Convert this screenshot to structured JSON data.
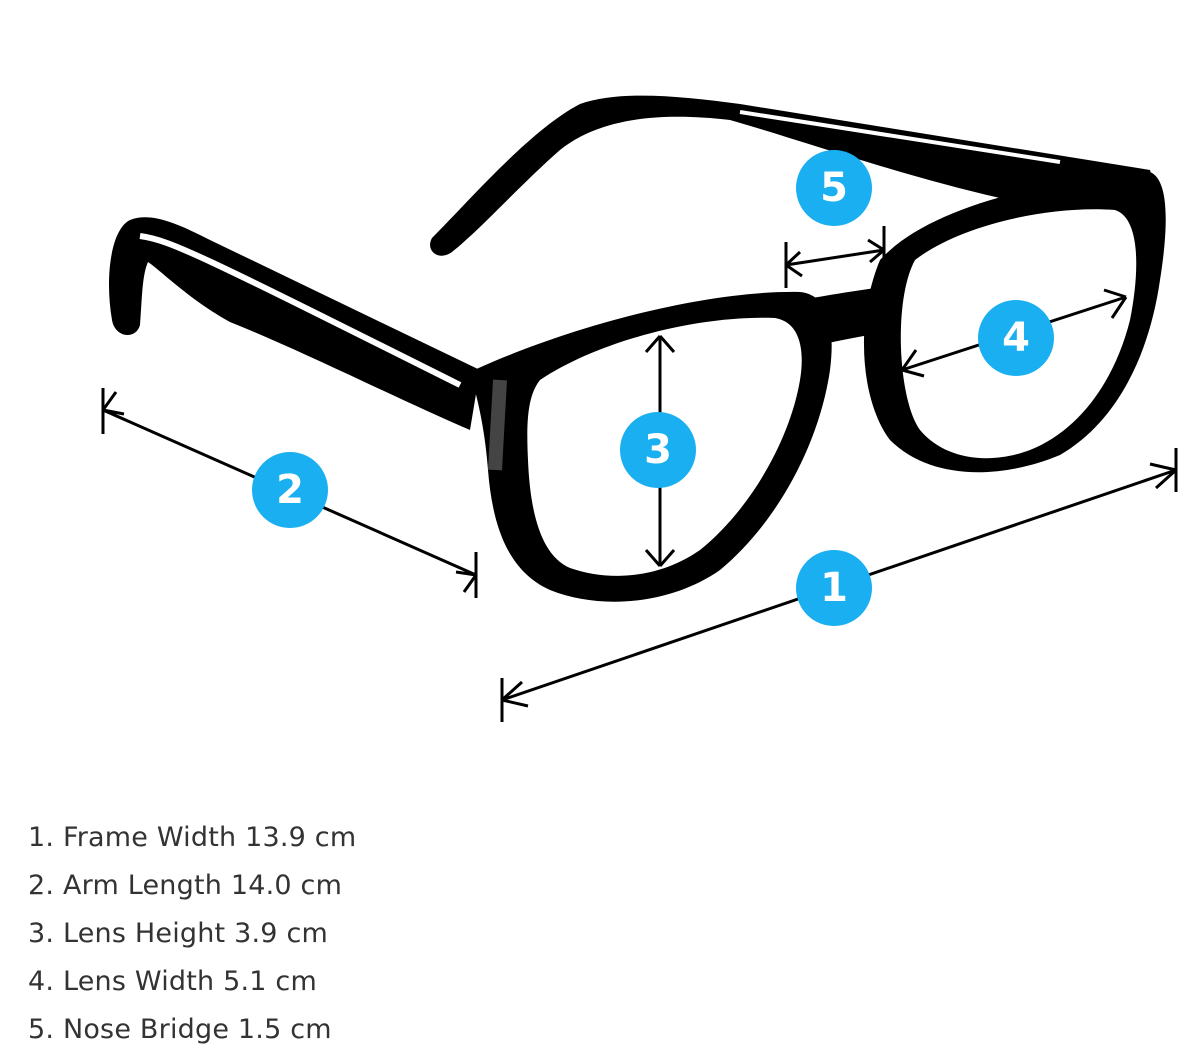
{
  "badge_color": "#1aaff0",
  "badges": [
    {
      "num": "1"
    },
    {
      "num": "2"
    },
    {
      "num": "3"
    },
    {
      "num": "4"
    },
    {
      "num": "5"
    }
  ],
  "measurements": [
    {
      "label": "1. Frame Width 13.9 cm"
    },
    {
      "label": "2. Arm Length 14.0 cm"
    },
    {
      "label": "3. Lens Height 3.9 cm"
    },
    {
      "label": "4. Lens Width 5.1 cm"
    },
    {
      "label": "5. Nose Bridge 1.5 cm"
    }
  ]
}
